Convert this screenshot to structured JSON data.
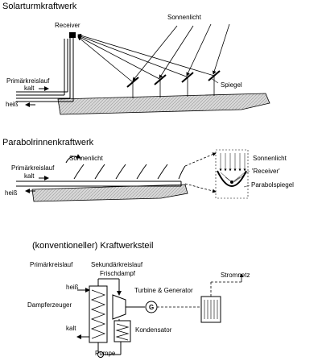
{
  "section1": {
    "title": "Solarturmkraftwerk",
    "receiver": "Receiver",
    "sunlight": "Sonnenlicht",
    "primary_circuit": "Primärkreislauf",
    "cold": "kalt",
    "hot": "heiß",
    "mirror": "Spiegel"
  },
  "section2": {
    "title": "Parabolrinnenkraftwerk",
    "sunlight_left": "Sonnenlicht",
    "primary_circuit": "Primärkreislauf",
    "cold": "kalt",
    "hot": "heiß",
    "sunlight_right": "Sonnenlicht",
    "receiver": "'Receiver'",
    "parabolic_mirror": "Parabolspiegel"
  },
  "section3": {
    "title": "(konventioneller) Kraftwerksteil",
    "primary_circuit": "Primärkreislauf",
    "secondary_circuit": "Sekundärkreislauf",
    "live_steam": "Frischdampf",
    "turbine_generator": "Turbine & Generator",
    "grid": "Stromnetz",
    "hot": "heiß",
    "steam_generator": "Dampferzeuger",
    "generator_symbol": "G",
    "cold": "kalt",
    "condenser": "Kondensator",
    "pump": "Pumpe"
  }
}
